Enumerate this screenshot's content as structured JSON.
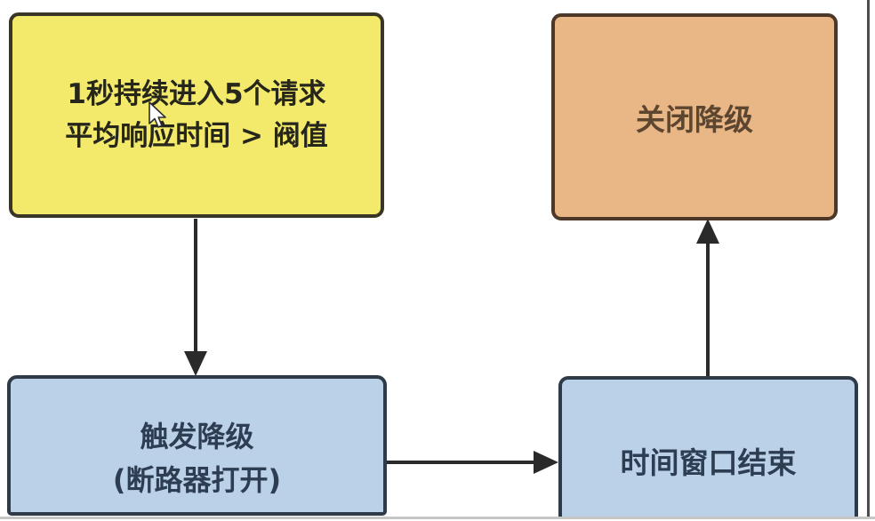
{
  "flowchart": {
    "background": "#ffffff",
    "arrow_color": "#2a2a2a",
    "frame": {
      "right_edge_color": "#4d4d4d",
      "bottom_edge_color": "#c6c6c6"
    },
    "nodes": {
      "condition": {
        "line1": "1秒持续进入5个请求",
        "line2": "平均响应时间 > 阀值",
        "fill": "#f3ea6b",
        "border": "#3a3625",
        "text_color": "#26261c"
      },
      "close_degrade": {
        "label": "关闭降级",
        "fill": "#e9b686",
        "border": "#4b3828",
        "text_color": "#5c4630"
      },
      "trigger_degrade": {
        "line1": "触发降级",
        "line2": "(断路器打开)",
        "fill": "#bbd1e7",
        "border": "#2e3a48",
        "text_color": "#2e3e52"
      },
      "time_window": {
        "label": "时间窗口结束",
        "fill": "#bbd1e7",
        "border": "#2e3a48",
        "text_color": "#2e3e52"
      }
    },
    "connections": [
      {
        "from": "condition",
        "to": "trigger_degrade"
      },
      {
        "from": "trigger_degrade",
        "to": "time_window"
      },
      {
        "from": "time_window",
        "to": "close_degrade"
      }
    ]
  }
}
